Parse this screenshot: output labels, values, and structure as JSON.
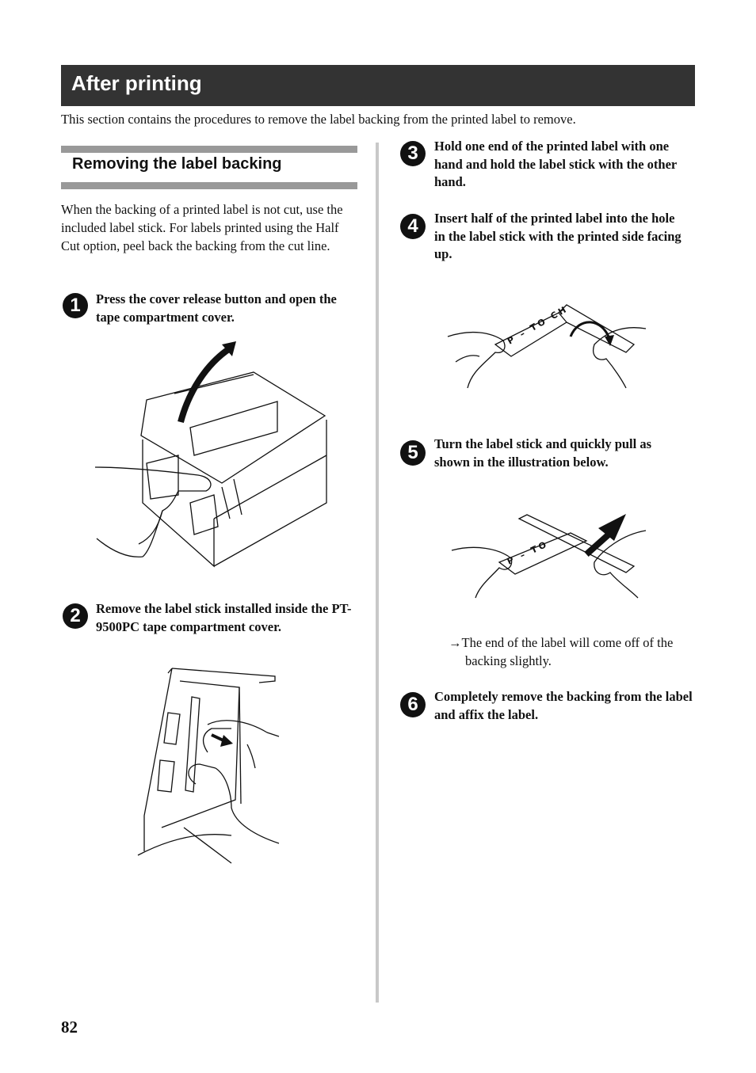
{
  "header": {
    "title": "After printing"
  },
  "intro": "This section contains the procedures to remove the label backing from the printed label to remove.",
  "section": {
    "title": "Removing the label backing",
    "body": "When the backing of a printed label is not cut, use the included label stick.  For labels printed using the Half Cut option, peel back the backing from the cut line."
  },
  "steps": [
    {
      "number": "1",
      "text": "Press the cover release button and open the tape compartment cover."
    },
    {
      "number": "2",
      "text": "Remove the label stick installed inside the PT-9500PC tape compartment cover."
    },
    {
      "number": "3",
      "text": "Hold one end of the printed label with one hand and hold the label stick with the other hand."
    },
    {
      "number": "4",
      "text": "Insert half of the printed label into the hole in the label stick with the printed side facing up."
    },
    {
      "number": "5",
      "text": "Turn the label stick and quickly pull as shown in the illustration below."
    },
    {
      "number": "6",
      "text": "Completely remove the backing from the label and affix the label."
    }
  ],
  "step5_result": {
    "arrow": "→",
    "text": "The end of the label will come off of the backing slightly."
  },
  "illustrations": {
    "label_stick_text_1": "P – TO CH",
    "label_stick_text_2": "P – TO"
  },
  "page_number": "82"
}
